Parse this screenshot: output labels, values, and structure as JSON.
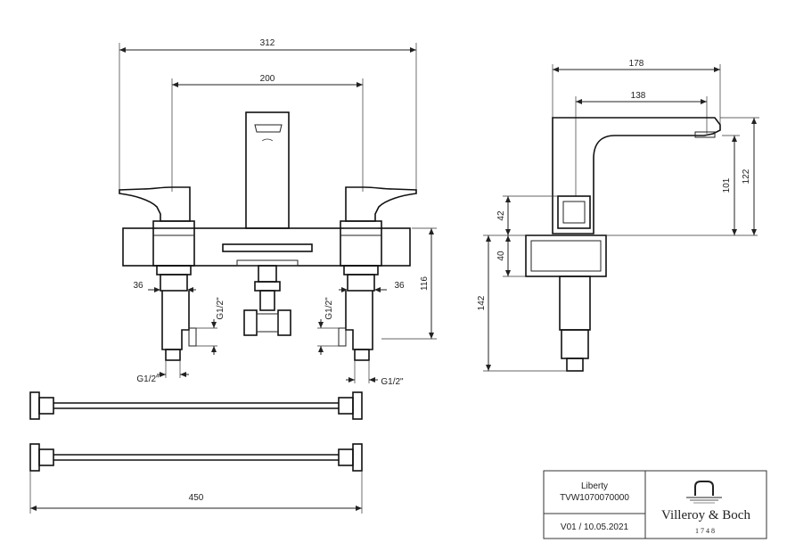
{
  "front_view": {
    "dim_total_width": "312",
    "dim_centers": "200",
    "dim_spindle_left": "36",
    "dim_spindle_right": "36",
    "dim_height": "116",
    "thread_left_side": "G1/2\"",
    "thread_right_side": "G1/2\"",
    "thread_left_bottom": "G1/2\"",
    "thread_right_bottom": "G1/2\""
  },
  "side_view": {
    "dim_projection": "178",
    "dim_outlet": "138",
    "dim_outlet_height": "101",
    "dim_spout_height": "122",
    "dim_body_height": "42",
    "dim_deck_height": "40",
    "dim_below_deck": "142"
  },
  "hoses": {
    "dim_length": "450"
  },
  "title_block": {
    "product_name": "Liberty",
    "article_number": "TVW1070070000",
    "revision": "V01 / 10.05.2021",
    "brand": "Villeroy & Boch",
    "brand_year": "1748"
  }
}
